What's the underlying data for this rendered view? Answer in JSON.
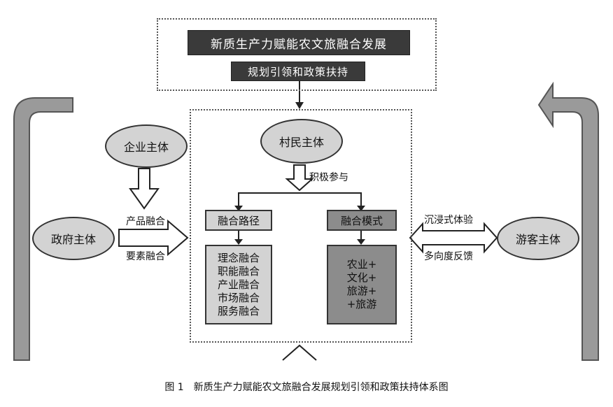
{
  "top": {
    "title": "新质生产力赋能农文旅融合发展",
    "subtitle": "规划引领和政策扶持"
  },
  "actors": {
    "villagers": "村民主体",
    "enterprise": "企业主体",
    "government": "政府主体",
    "tourists": "游客主体"
  },
  "labels": {
    "participation": "积极参与",
    "product_fusion": "产品融合",
    "factor_fusion": "要素融合",
    "immersive": "沉浸式体验",
    "feedback": "多向度反馈"
  },
  "paths": {
    "title": "融合路径",
    "items": [
      "理念融合",
      "职能融合",
      "产业融合",
      "市场融合",
      "服务融合"
    ]
  },
  "modes": {
    "title": "融合模式",
    "items": [
      "农业+",
      "文化+",
      "旅游+",
      "+旅游"
    ]
  },
  "caption": "图 1　新质生产力赋能农文旅融合发展规划引领和政策扶持体系图"
}
